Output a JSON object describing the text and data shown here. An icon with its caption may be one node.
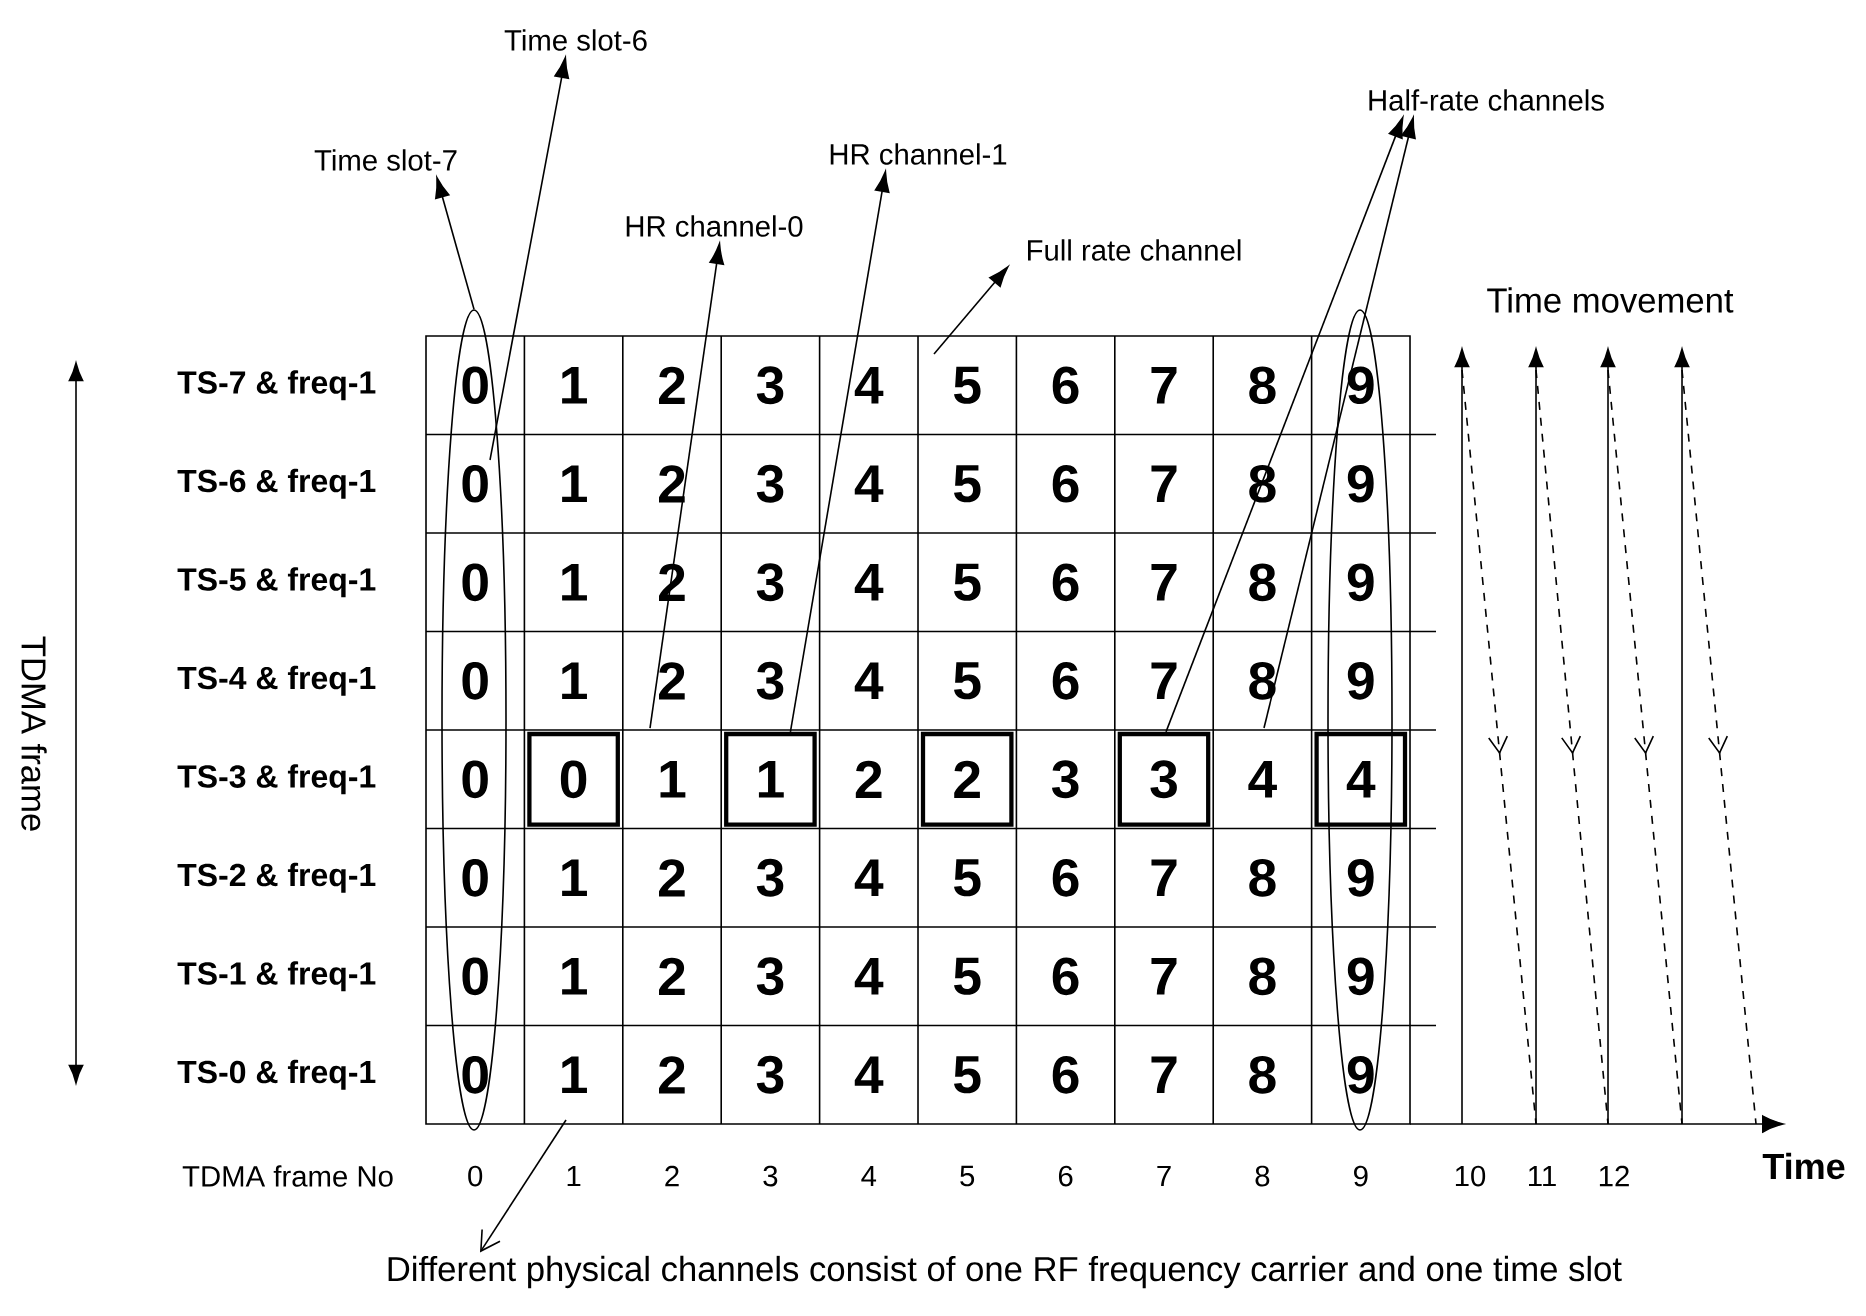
{
  "diagram": {
    "nodes": [
      {
        "text": [
          "Time slot-6"
        ]
      },
      {
        "text": [
          "Time slot-7"
        ]
      },
      {
        "text": [
          "HR channel-0"
        ]
      },
      {
        "text": [
          "HR channel-1"
        ]
      },
      {
        "text": [
          "Full rate channel"
        ]
      },
      {
        "text": [
          "Half-rate channels"
        ]
      },
      {
        "text": [],
        "shape": "ellipse"
      },
      {
        "text": [],
        "shape": "ellipse"
      },
      {
        "text": [
          "Different physical channels consist of one RF frequency carrier and one time slot"
        ]
      },
      {
        "text": [
          "0"
        ]
      },
      {
        "text": [
          "1"
        ]
      },
      {
        "text": [
          "2"
        ]
      },
      {
        "text": [
          "3"
        ]
      },
      {
        "text": [
          "4"
        ]
      }
    ],
    "edges": [
      {
        "from": 6,
        "to": 0,
        "arrow": "to"
      },
      {
        "from": 6,
        "to": 1,
        "arrow": "to"
      },
      {
        "from": null,
        "to": 2,
        "arrow": "to"
      },
      {
        "from": 10,
        "to": 3,
        "arrow": "to"
      },
      {
        "from": null,
        "to": 4,
        "arrow": "to"
      },
      {
        "from": 12,
        "to": 5,
        "arrow": "to"
      },
      {
        "from": null,
        "to": 5,
        "arrow": "to"
      },
      {
        "from": null,
        "to": 8,
        "arrow": "to"
      }
    ],
    "labels": [
      "Time movement",
      "TDMA frame",
      "TS-7 & freq-1",
      "0",
      "1",
      "2",
      "3",
      "4",
      "5",
      "6",
      "7",
      "8",
      "9",
      "TS-6 & freq-1",
      "0",
      "1",
      "2",
      "3",
      "4",
      "5",
      "6",
      "7",
      "8",
      "9",
      "TS-5 & freq-1",
      "0",
      "1",
      "2",
      "3",
      "4",
      "5",
      "6",
      "7",
      "8",
      "9",
      "TS-4 & freq-1",
      "0",
      "1",
      "2",
      "3",
      "4",
      "5",
      "6",
      "7",
      "8",
      "9",
      "TS-3 & freq-1",
      "0",
      "1",
      "2",
      "3",
      "4",
      "TS-2 & freq-1",
      "0",
      "1",
      "2",
      "3",
      "4",
      "5",
      "6",
      "7",
      "8",
      "9",
      "TS-1 & freq-1",
      "0",
      "1",
      "2",
      "3",
      "4",
      "5",
      "6",
      "7",
      "8",
      "9",
      "TS-0 & freq-1",
      "0",
      "1",
      "2",
      "3",
      "4",
      "5",
      "6",
      "7",
      "8",
      "9",
      "TDMA frame No",
      "0",
      "1",
      "2",
      "3",
      "4",
      "5",
      "6",
      "7",
      "8",
      "9",
      "10",
      "11",
      "12",
      "Time"
    ]
  }
}
